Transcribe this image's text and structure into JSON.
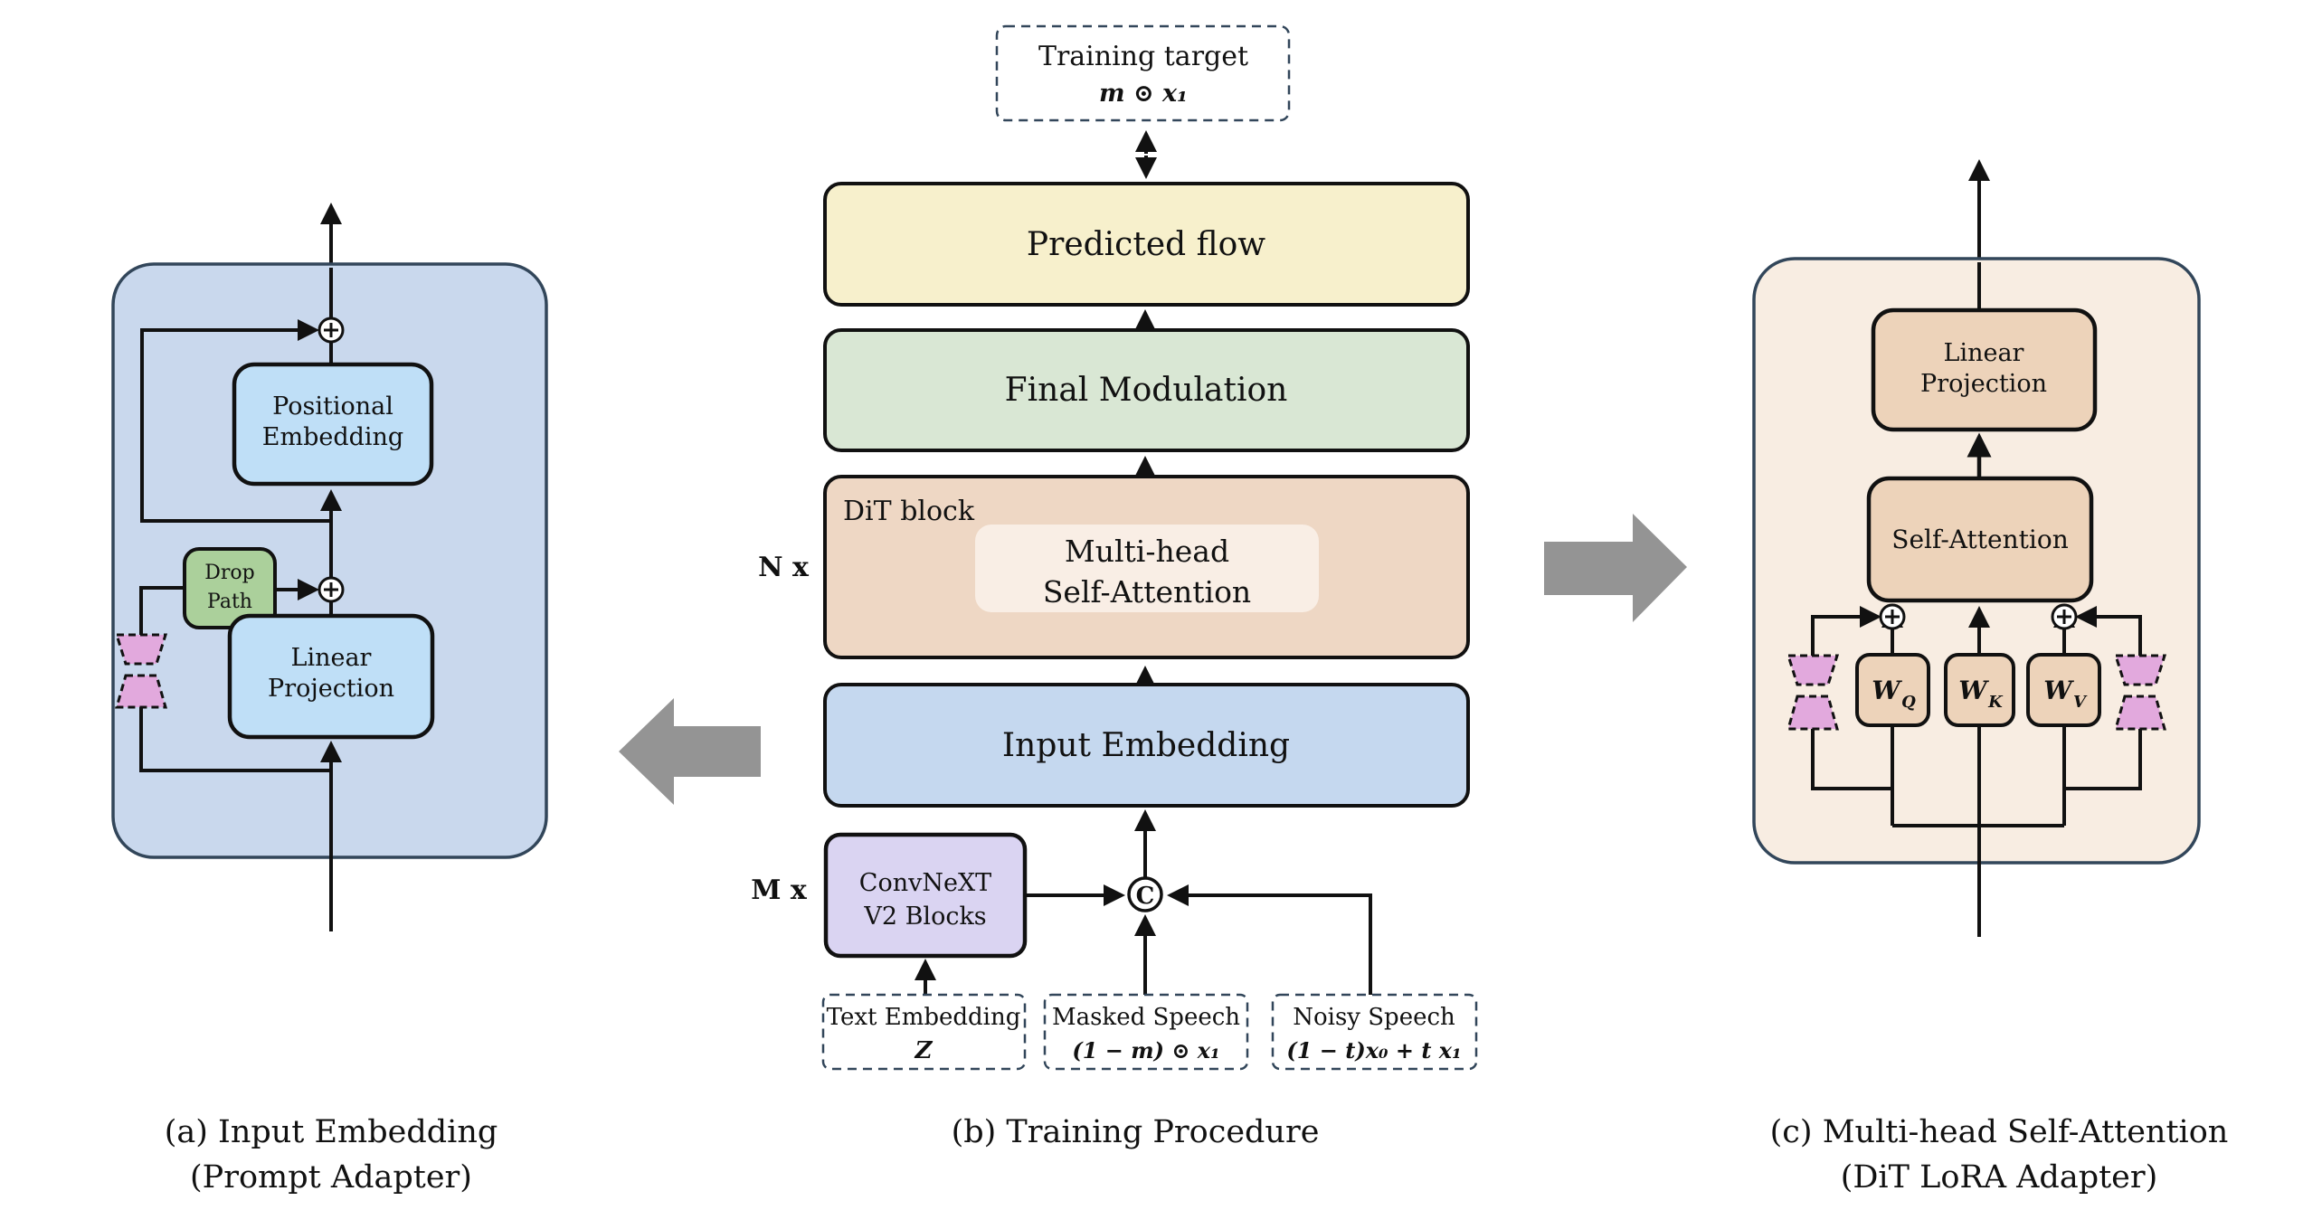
{
  "figure": {
    "panel_a": {
      "caption_line1": "(a) Input Embedding",
      "caption_line2": "(Prompt Adapter)",
      "positional_embedding_line1": "Positional",
      "positional_embedding_line2": "Embedding",
      "drop_path_line1": "Drop",
      "drop_path_line2": "Path",
      "linear_projection_line1": "Linear",
      "linear_projection_line2": "Projection"
    },
    "panel_b": {
      "caption": "(b) Training Procedure",
      "training_target_line1": "Training target",
      "training_target_math": "m ⊙ x₁",
      "predicted_flow": "Predicted flow",
      "final_modulation": "Final Modulation",
      "dit_block_label": "DiT block",
      "n_times_label": "N x",
      "mhsa_line1": "Multi-head",
      "mhsa_line2": "Self-Attention",
      "input_embedding": "Input Embedding",
      "m_times_label": "M x",
      "convnext_line1": "ConvNeXT",
      "convnext_line2": "V2 Blocks",
      "concat_symbol": "C",
      "text_embedding_line1": "Text Embedding",
      "text_embedding_math": "Z",
      "masked_speech_line1": "Masked Speech",
      "masked_speech_math": "(1 − m) ⊙ x₁",
      "noisy_speech_line1": "Noisy Speech",
      "noisy_speech_math": "(1 − t)x₀ + t x₁"
    },
    "panel_c": {
      "caption_line1": "(c) Multi-head Self-Attention",
      "caption_line2": "(DiT LoRA Adapter)",
      "linear_projection_line1": "Linear",
      "linear_projection_line2": "Projection",
      "self_attention": "Self-Attention",
      "wq_main": "W",
      "wq_sub": "Q",
      "wk_main": "W",
      "wk_sub": "K",
      "wv_main": "W",
      "wv_sub": "V"
    },
    "colors": {
      "container_a_fill": "#c9d8ed",
      "container_c_fill": "#f8ede2",
      "container_stroke": "#32465a",
      "blue_box": "#bfdff7",
      "green_box": "#abd09b",
      "lora_pink": "#e2a9dd",
      "predicted_flow_yellow": "#f7f0cc",
      "final_modulation_green": "#d9e7d4",
      "dit_tan": "#eed7c4",
      "mhsa_inner": "#f9eee5",
      "input_embedding_blue": "#c5d8ef",
      "convnext_lavender": "#dad4f2",
      "tan_box": "#edd3ba",
      "gray_arrow": "#949494",
      "dashed_stroke": "#32465a",
      "line_black": "#111111"
    }
  }
}
